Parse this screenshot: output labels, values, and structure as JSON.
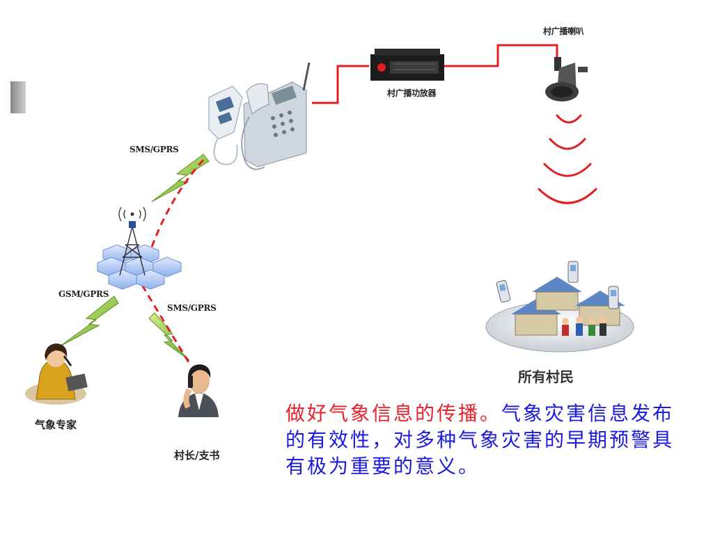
{
  "labels": {
    "broadcast_speaker": "村广播喇叭",
    "broadcast_amp": "村广播功放器",
    "sms_gprs_top": "SMS/GPRS",
    "gsm_gprs": "GSM/GPRS",
    "sms_gprs_bottom": "SMS/GPRS",
    "weather_expert": "气象专家",
    "village_head": "村长/支书",
    "all_villagers": "所有村民"
  },
  "caption": {
    "highlight": "做好气象信息的传播。",
    "body": "气象灾害信息发布的有效性，对多种气象灾害的早期预警具有极为重要的意义。"
  },
  "colors": {
    "highlight": "#e8202a",
    "body": "#1a1adf",
    "wire": "#e02020",
    "lightning": "#8cc63f",
    "dashed_link": "#e02020"
  }
}
